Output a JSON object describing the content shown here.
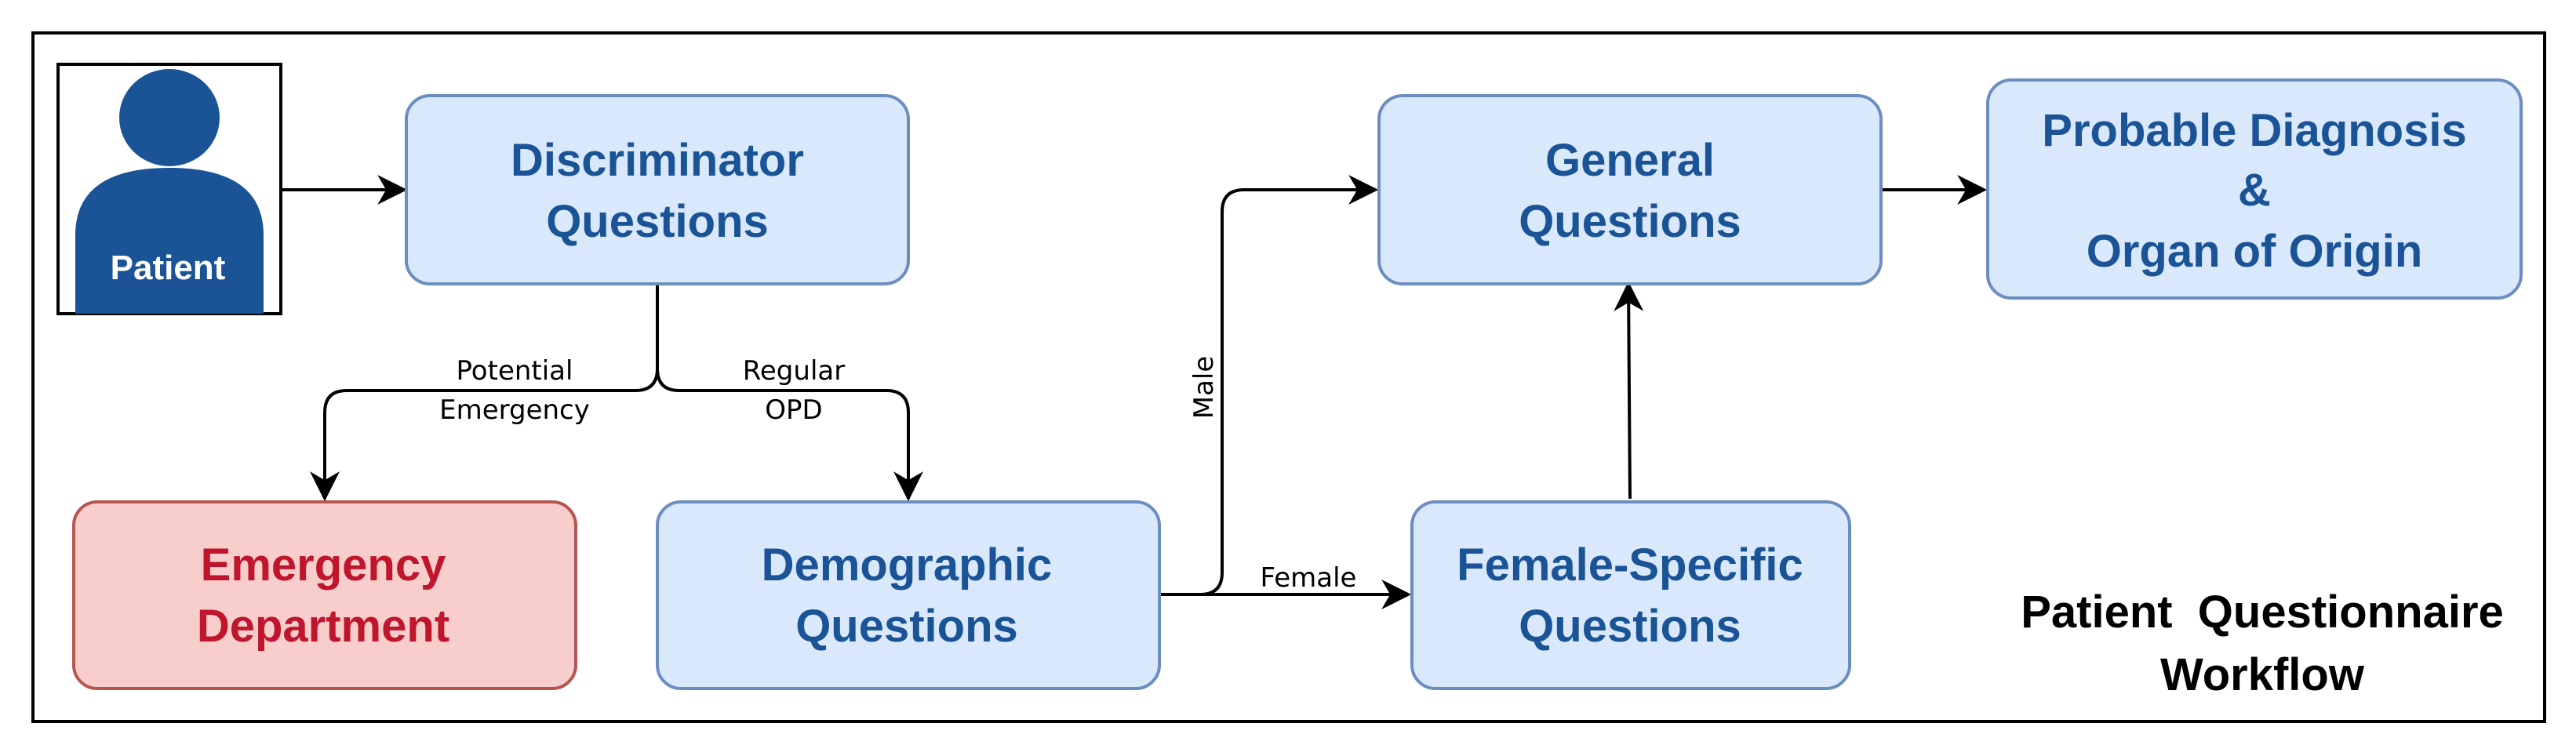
{
  "diagram": {
    "title": {
      "line1": "Patient  Questionnaire",
      "line2": "Workflow"
    },
    "colors": {
      "blue_fill": "#dae8fc",
      "blue_stroke": "#6c8ebf",
      "blue_text": "#1a5496",
      "red_fill": "#f8cecc",
      "red_stroke": "#b85450",
      "red_text": "#c0162d",
      "patient_icon": "#1a5496",
      "frame": "#000000"
    },
    "nodes": {
      "patient": {
        "label": "Patient",
        "icon": "person-silhouette-icon"
      },
      "discriminator": {
        "line1": "Discriminator",
        "line2": "Questions"
      },
      "emergency": {
        "line1": "Emergency",
        "line2": "Department"
      },
      "demographic": {
        "line1": "Demographic",
        "line2": "Questions"
      },
      "general": {
        "line1": "General",
        "line2": "Questions"
      },
      "female_specific": {
        "line1": "Female-Specific",
        "line2": "Questions"
      },
      "diagnosis": {
        "line1": "Probable Diagnosis",
        "line2": "&",
        "line3": "Organ of Origin"
      }
    },
    "edges": {
      "potential_emergency": {
        "line1": "Potential",
        "line2": "Emergency"
      },
      "regular_opd": {
        "line1": "Regular",
        "line2": "OPD"
      },
      "male": "Male",
      "female": "Female"
    }
  }
}
